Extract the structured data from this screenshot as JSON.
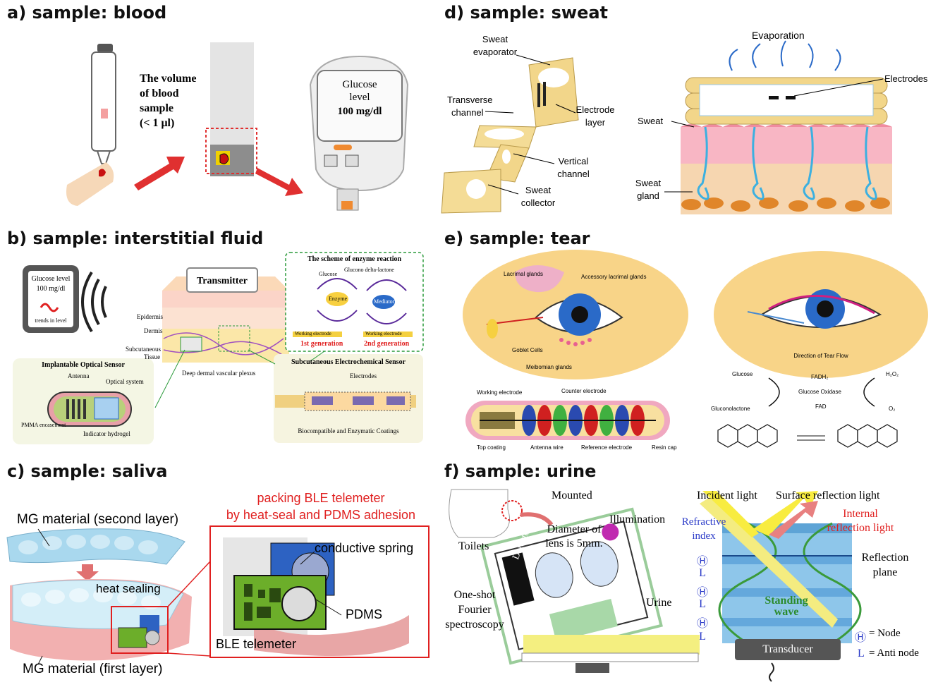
{
  "panels": {
    "a": {
      "title": "a) sample: blood",
      "blood_volume_text": [
        "The volume",
        "of blood",
        "sample",
        "(< 1 μl)"
      ],
      "meter_text": [
        "Glucose",
        "level",
        "100 mg/dl"
      ]
    },
    "b": {
      "title": "b) sample: interstitial fluid",
      "phone_text": [
        "Glucose level",
        "100 mg/dl",
        "trends in level"
      ],
      "transmitter": "Transmitter",
      "layers": [
        "Epidermis",
        "Dermis",
        "Subcutaneous",
        "Tissue"
      ],
      "plexus": "Deep dermal vascular plexus",
      "enzyme_title": "The scheme of enzyme reaction",
      "enzyme_labels": [
        "Glucose",
        "Glucono delta-lactone",
        "Enzyme",
        "Mediator",
        "Working electrode",
        "Working electrode"
      ],
      "generations": [
        "1st generation",
        "2nd generation"
      ],
      "optical_title": "Implantable Optical Sensor",
      "optical_labels": [
        "Antenna",
        "Optical system",
        "PMMA encasement",
        "Indicator hydrogel"
      ],
      "electro_title": "Subcutaneous Electrochemical Sensor",
      "electro_labels": [
        "Electrodes",
        "Biocompatible and Enzymatic Coatings"
      ]
    },
    "c": {
      "title": "c) sample: saliva",
      "red_caption": [
        "packing BLE telemeter",
        "by heat-seal and PDMS adhesion"
      ],
      "labels": {
        "second": "MG material (second layer)",
        "heat": "heat sealing",
        "first": "MG material (first layer)",
        "spring": "conductive spring",
        "pdms": "PDMS",
        "ble": "BLE telemeter"
      },
      "colors": {
        "accent": "#e02020",
        "teeth": "#a9d8ee",
        "board": "#6cae2a",
        "case": "#2d62c2"
      }
    },
    "d": {
      "title": "d) sample: sweat",
      "left_labels": {
        "evaporator": [
          "Sweat",
          "evaporator"
        ],
        "transverse": [
          "Transverse",
          "channel"
        ],
        "electrode": [
          "Electrode",
          "layer"
        ],
        "vertical": [
          "Vertical",
          "channel"
        ],
        "collector": [
          "Sweat",
          "collector"
        ]
      },
      "right_labels": {
        "evaporation": "Evaporation",
        "electrodes": "Electrodes",
        "sweat": "Sweat",
        "gland": [
          "Sweat",
          "gland"
        ]
      }
    },
    "e": {
      "title": "e) sample: tear",
      "eye_labels": [
        "Lacrimal glands",
        "Accessory lacrimal glands",
        "Goblet Cells",
        "Meibomian glands"
      ],
      "flow": "Direction of Tear Flow",
      "lens_labels": [
        "Working electrode",
        "Counter electrode",
        "Top coating",
        "Antenna wire",
        "Reference electrode",
        "Resin cap"
      ],
      "reaction": [
        "Glucose",
        "FADH₂",
        "H₂O₂",
        "Glucose Oxidase",
        "Gluconolactone",
        "FAD",
        "O₂"
      ]
    },
    "f": {
      "title": "f) sample: urine",
      "left_labels": {
        "mounted": "Mounted",
        "toilets": "Toilets",
        "diameter": [
          "Diameter of",
          "lens is 5mm."
        ],
        "illumination": "Illumination",
        "detector": "Detector",
        "oneshot": [
          "One-shot",
          "Fourier",
          "spectroscopy"
        ],
        "urine": "Urine"
      },
      "right_labels": {
        "incident": "Incident light",
        "surface": "Surface reflection light",
        "internal": [
          "Internal",
          "reflection light"
        ],
        "refractive": [
          "Refractive",
          "index"
        ],
        "reflection": [
          "Reflection",
          "plane"
        ],
        "standing": [
          "Standing",
          "wave"
        ],
        "transducer": "Transducer",
        "node": "= Node",
        "antinode": "= Anti node",
        "ticks": [
          "Ⓗ",
          "L",
          "Ⓗ",
          "L",
          "Ⓗ",
          "L"
        ],
        "node_sym": "Ⓗ",
        "antinode_sym": "L"
      }
    }
  }
}
